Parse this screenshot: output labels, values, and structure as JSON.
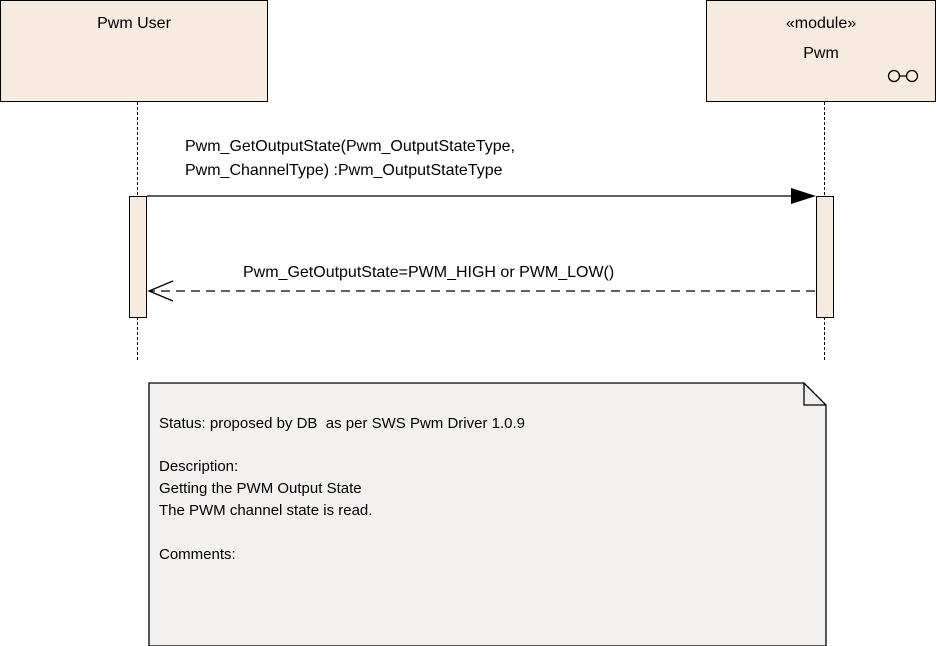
{
  "lifelines": {
    "user": {
      "title": "Pwm User"
    },
    "module": {
      "stereotype": "«module»",
      "title": "Pwm",
      "icon": "component-icon"
    }
  },
  "messages": {
    "call": {
      "line1": "Pwm_GetOutputState(Pwm_OutputStateType,",
      "line2": "Pwm_ChannelType) :Pwm_OutputStateType"
    },
    "reply": {
      "label": "Pwm_GetOutputState=PWM_HIGH or PWM_LOW()"
    }
  },
  "note": {
    "status": "Status: proposed by DB  as per SWS Pwm Driver 1.0.9",
    "description_label": "Description:",
    "description_line1": "Getting the PWM Output State",
    "description_line2": "The PWM channel state is read.",
    "comments_label": "Comments:"
  },
  "colors": {
    "fill": "#f7ebe0",
    "note_fill": "#f3f0f0",
    "stroke": "#000000"
  }
}
